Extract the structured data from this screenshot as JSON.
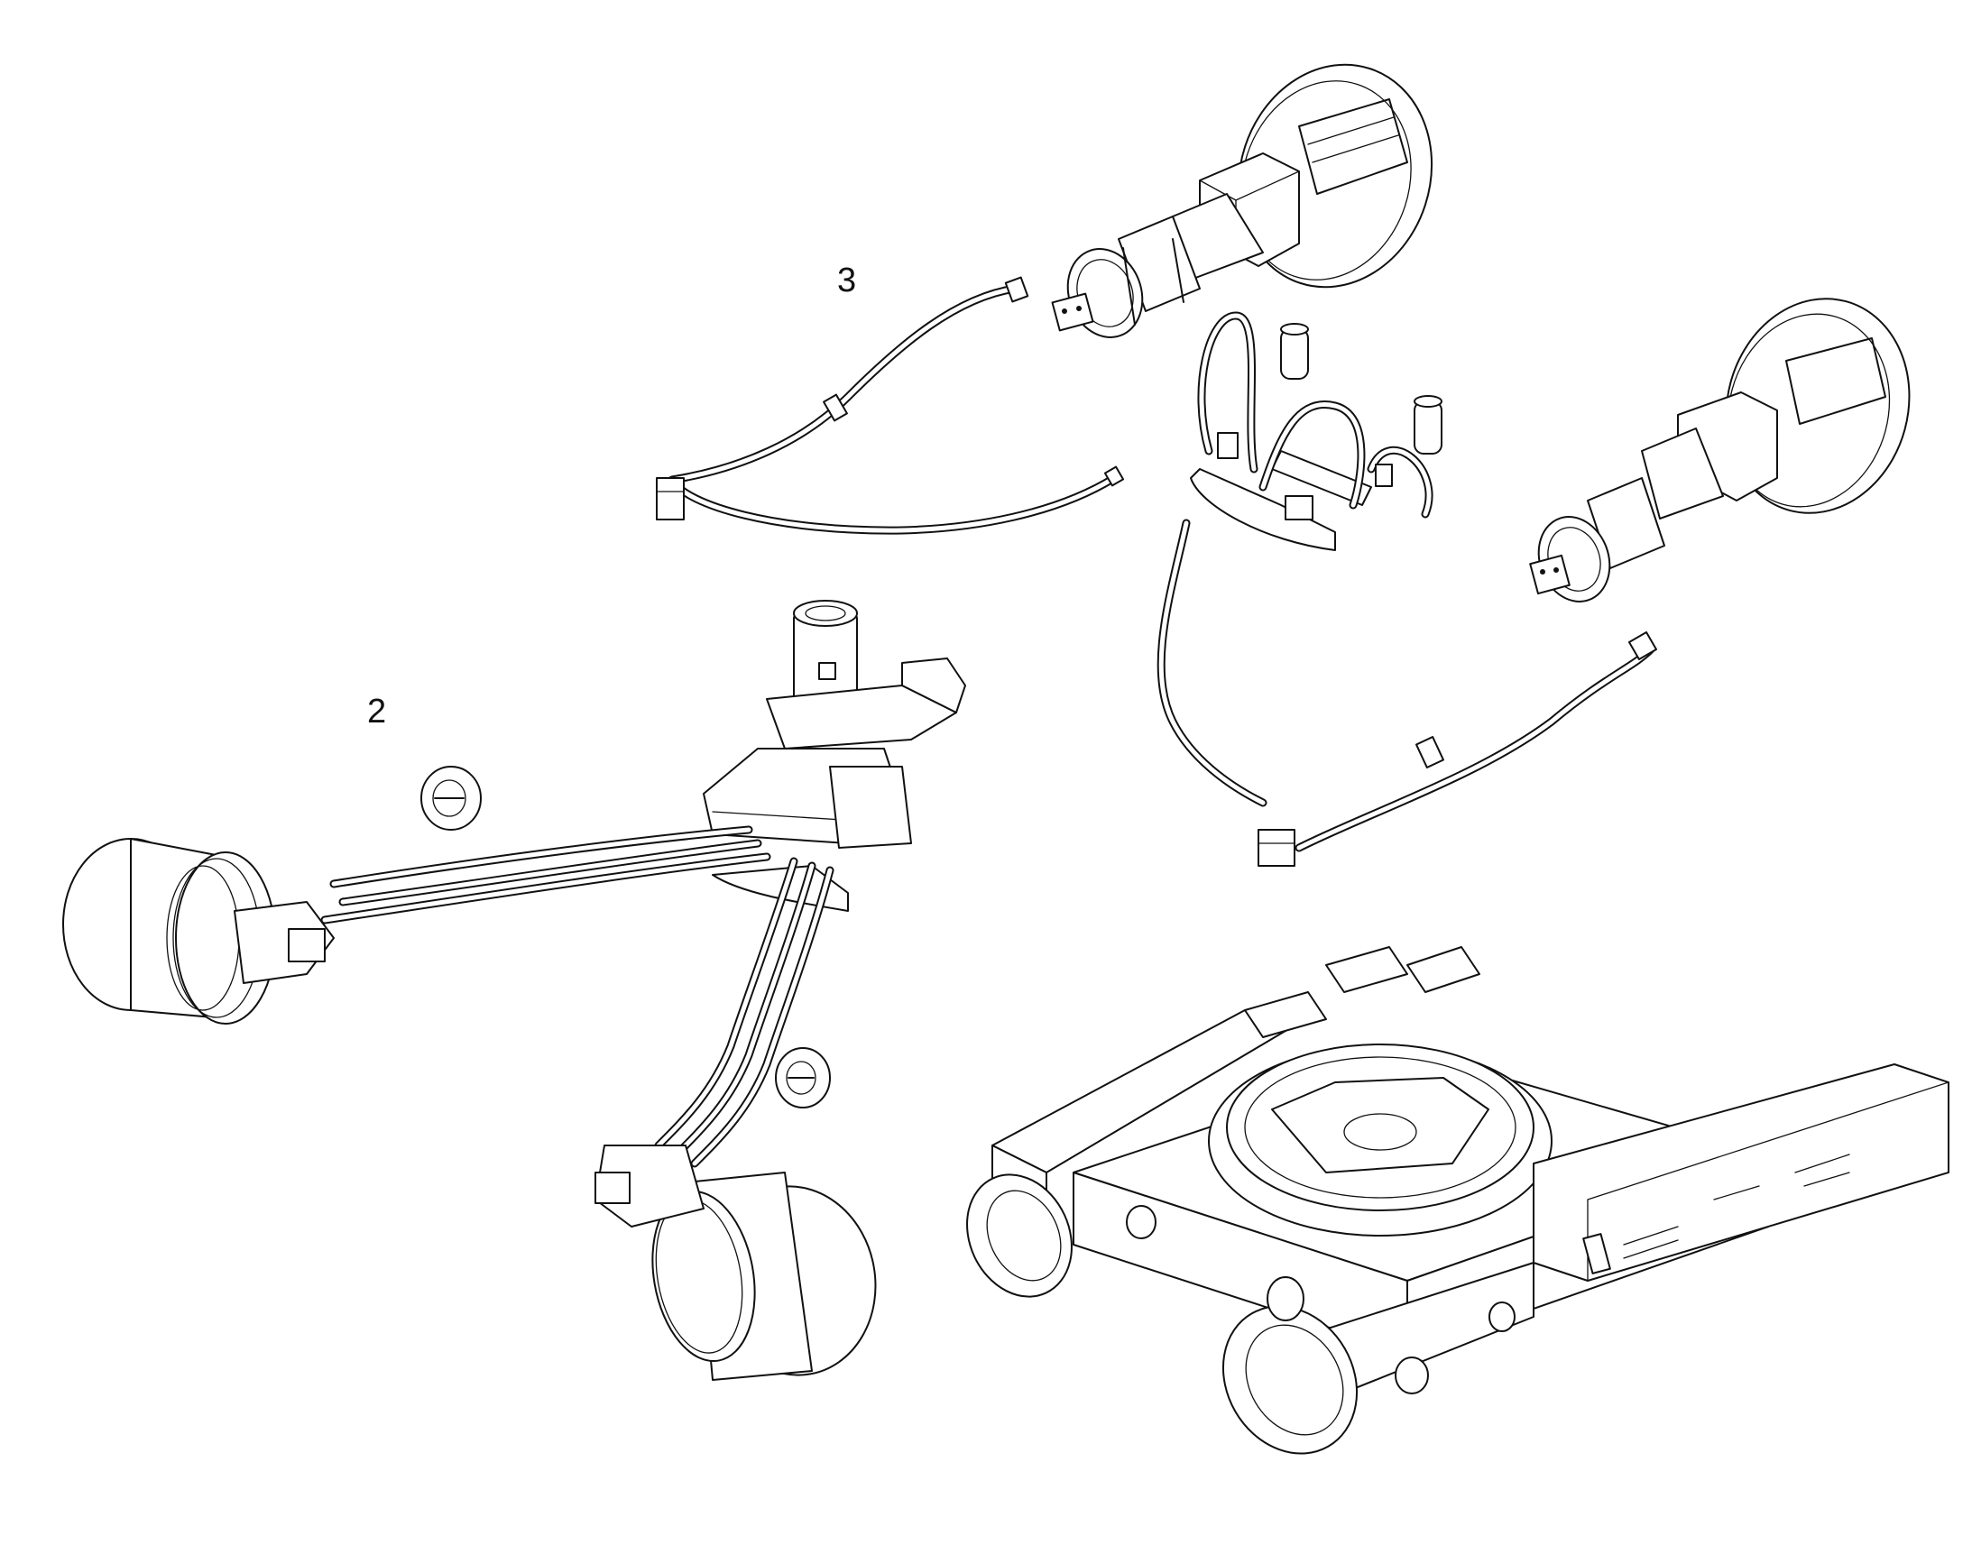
{
  "diagram": {
    "type": "exploded-parts-drawing",
    "callouts": [
      {
        "id": "3",
        "label": "3"
      },
      {
        "id": "2",
        "label": "2"
      }
    ],
    "colors": {
      "line": "#111111",
      "background": "#ffffff"
    }
  }
}
